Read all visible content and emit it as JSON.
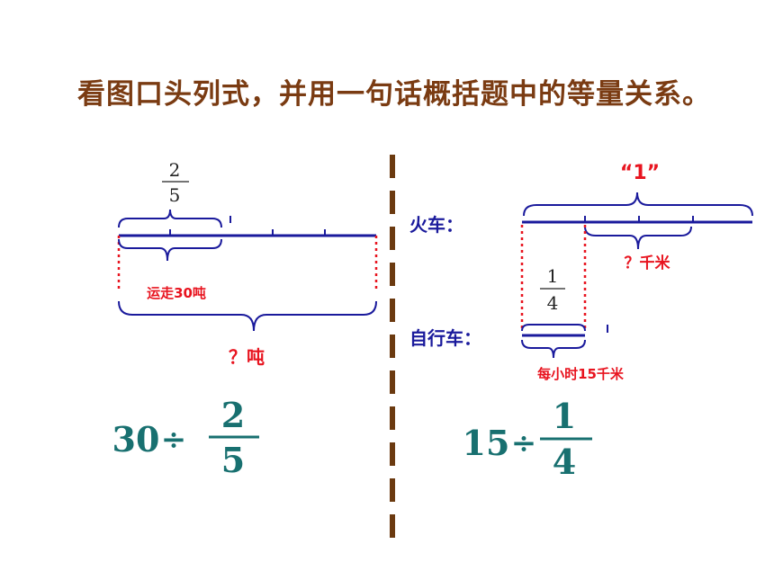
{
  "title": "看图口头列式，并用一句话概括题中的等量关系。",
  "left": {
    "fraction": {
      "numerator": "2",
      "denominator": "5"
    },
    "brace_label": "运走30吨",
    "total_label": "？吨",
    "expression": {
      "whole": "30",
      "op": "÷",
      "numerator": "2",
      "denominator": "5"
    }
  },
  "right": {
    "unit_label": "“1”",
    "train_label": "火车：",
    "train_unknown": "？千米",
    "fraction": {
      "numerator": "1",
      "denominator": "4"
    },
    "bike_label": "自行车：",
    "bike_brace_label": "每小时15千米",
    "expression": {
      "whole": "15",
      "op": "÷",
      "numerator": "1",
      "denominator": "4"
    }
  },
  "colors": {
    "title": "#7a3b12",
    "red": "#e8141f",
    "blue": "#1a1a9c",
    "teal": "#187070",
    "divider": "#6b3a10"
  }
}
